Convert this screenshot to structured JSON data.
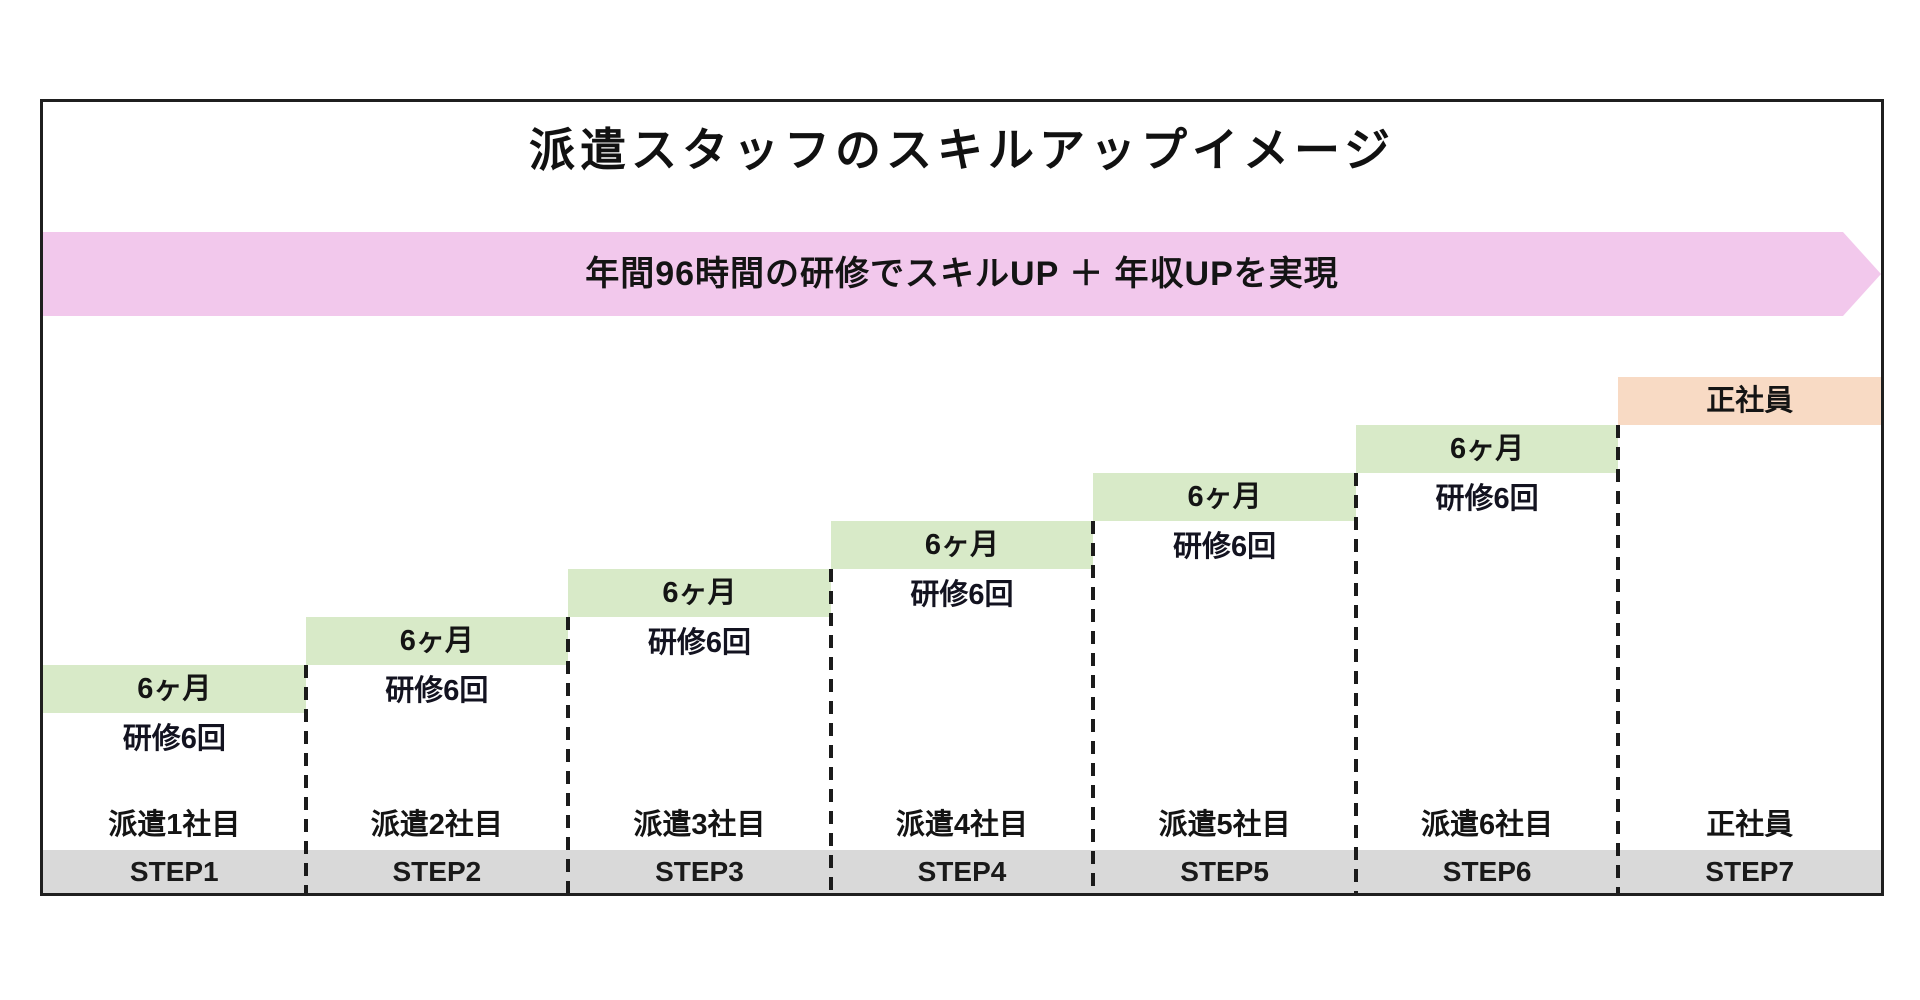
{
  "title": "派遣スタッフのスキルアップイメージ",
  "banner": {
    "text": "年間96時間の研修でスキルUP ＋ 年収UPを実現",
    "color": "#f2c8ec"
  },
  "steps": [
    {
      "step": "STEP1",
      "company": "派遣1社目",
      "box_label": "6ヶ月",
      "training": "研修6回"
    },
    {
      "step": "STEP2",
      "company": "派遣2社目",
      "box_label": "6ヶ月",
      "training": "研修6回"
    },
    {
      "step": "STEP3",
      "company": "派遣3社目",
      "box_label": "6ヶ月",
      "training": "研修6回"
    },
    {
      "step": "STEP4",
      "company": "派遣4社目",
      "box_label": "6ヶ月",
      "training": "研修6回"
    },
    {
      "step": "STEP5",
      "company": "派遣5社目",
      "box_label": "6ヶ月",
      "training": "研修6回"
    },
    {
      "step": "STEP6",
      "company": "派遣6社目",
      "box_label": "6ヶ月",
      "training": "研修6回"
    },
    {
      "step": "STEP7",
      "company": "正社員",
      "box_label": "正社員"
    }
  ],
  "colors": {
    "step_box_green": "#d8eac8",
    "fulltime_box_orange": "#f8dac4",
    "banner_pink": "#f2c8ec",
    "step_band_gray": "#d9d9d9",
    "border_black": "#1f1f1f"
  }
}
